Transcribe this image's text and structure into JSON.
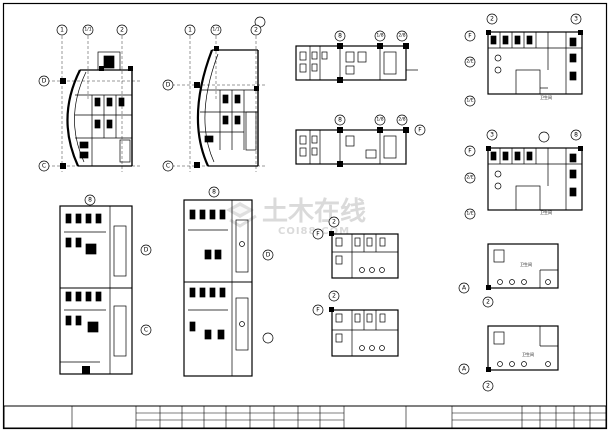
{
  "drawing": {
    "watermark": {
      "main": "土木在线",
      "sub": "COI88.COM"
    },
    "axes": {
      "p1": [
        "1",
        "1/1",
        "2",
        "D",
        "C"
      ],
      "p2": [
        "1",
        "1/1",
        "2",
        "D",
        "C"
      ],
      "p3": [
        "8",
        "1/8",
        "2/8"
      ],
      "p4": [
        "8",
        "1/8",
        "2/8",
        "F"
      ],
      "p5": [
        "2",
        "3",
        "F",
        "2/E",
        "1/E"
      ],
      "p6": [
        "3",
        "8",
        "F",
        "2/E",
        "1/E"
      ],
      "p7": [
        "8",
        "D",
        "C"
      ],
      "p8": [
        "8",
        "D"
      ],
      "p9": [
        "2",
        "F"
      ],
      "p10": [
        "2",
        "F"
      ],
      "p11": [
        "A",
        "2"
      ],
      "p12": [
        "A",
        "2"
      ]
    },
    "notes": [
      "卫生间",
      "卫生间",
      "卫生间",
      "卫生间"
    ]
  },
  "title_block": {
    "label": ""
  }
}
